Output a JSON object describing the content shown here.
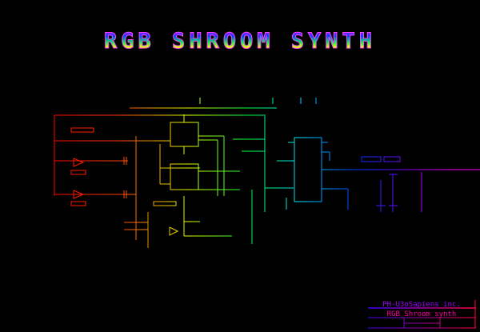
{
  "title": "RGB SHROOM SYNTH",
  "title_block": {
    "company": "PH-U3oSapiens inc.",
    "project": "RGB Shroom synth"
  },
  "colors": {
    "background": "#000000",
    "gradient": [
      "#ff0000",
      "#ffff00",
      "#00ff00",
      "#00ffff",
      "#0000ff",
      "#ff00ff"
    ]
  }
}
